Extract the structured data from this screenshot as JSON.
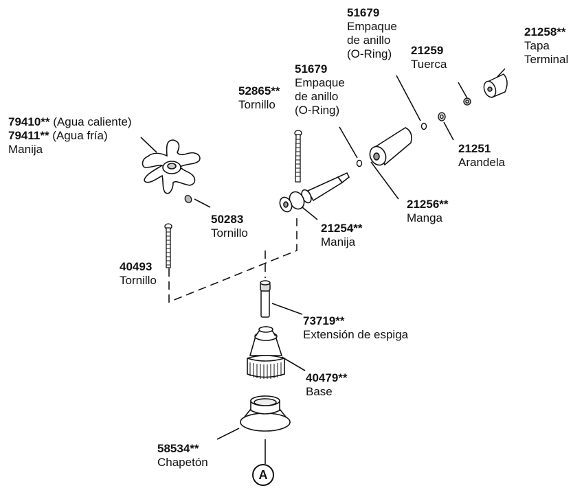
{
  "labels": {
    "l51679_top": {
      "part": "51679",
      "stars": "",
      "lines": [
        "Empaque",
        "de anillo",
        "(O-Ring)"
      ]
    },
    "l21258": {
      "part": "21258",
      "stars": "**",
      "lines": [
        "Tapa",
        "Terminal"
      ]
    },
    "l21259": {
      "part": "21259",
      "stars": "",
      "lines": [
        "Tuerca"
      ]
    },
    "l51679_mid": {
      "part": "51679",
      "stars": "",
      "lines": [
        "Empaque",
        "de anillo",
        "(O-Ring)"
      ]
    },
    "l52865": {
      "part": "52865",
      "stars": "**",
      "lines": [
        "Tornillo"
      ]
    },
    "l79410": {
      "part": "79410",
      "stars": "**",
      "note": " (Agua caliente)"
    },
    "l79411": {
      "part": "79411",
      "stars": "**",
      "note": " (Agua fría)"
    },
    "l_manija_top": {
      "text": "Manija"
    },
    "l21251": {
      "part": "21251",
      "stars": "",
      "lines": [
        "Arandela"
      ]
    },
    "l50283": {
      "part": "50283",
      "stars": "",
      "lines": [
        "Tornillo"
      ]
    },
    "l21256": {
      "part": "21256",
      "stars": "**",
      "lines": [
        "Manga"
      ]
    },
    "l21254": {
      "part": "21254",
      "stars": "**",
      "lines": [
        "Manija"
      ]
    },
    "l40493": {
      "part": "40493",
      "stars": "",
      "lines": [
        "Tornillo"
      ]
    },
    "l73719": {
      "part": "73719",
      "stars": "**",
      "lines": [
        "Extensión de espiga"
      ]
    },
    "l40479": {
      "part": "40479",
      "stars": "**",
      "lines": [
        "Base"
      ]
    },
    "l58534": {
      "part": "58534",
      "stars": "**",
      "lines": [
        "Chapetón"
      ]
    }
  },
  "callout": "A",
  "colors": {
    "ink": "#111111",
    "paper": "#ffffff",
    "shade": "#d8d8d8"
  }
}
